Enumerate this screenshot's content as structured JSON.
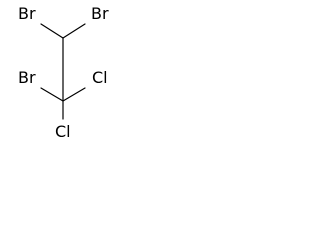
{
  "molecule": {
    "atoms": {
      "br_top_left": "Br",
      "br_top_right": "Br",
      "br_bottom_left": "Br",
      "cl_right": "Cl",
      "cl_bottom": "Cl"
    },
    "colors": {
      "atom_text": "#000000",
      "bond": "#000000",
      "background": "#ffffff"
    }
  }
}
